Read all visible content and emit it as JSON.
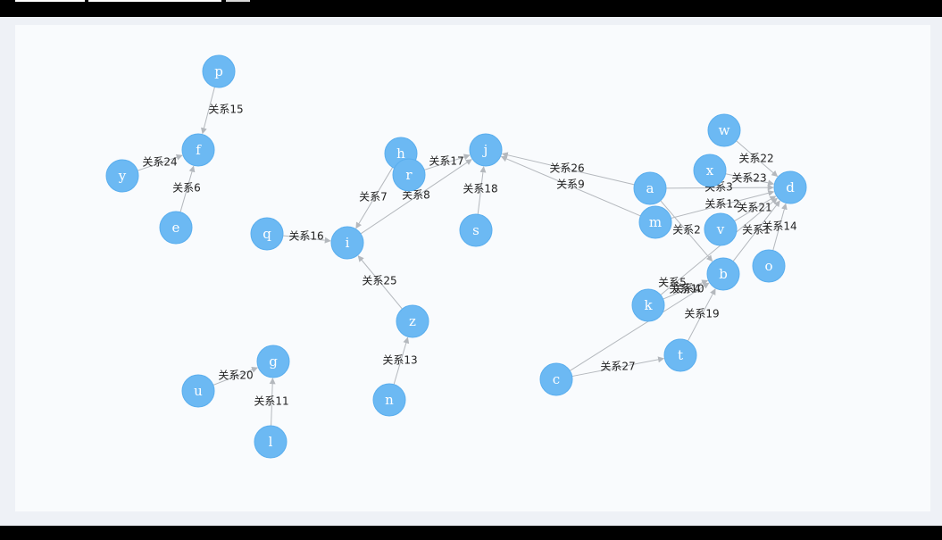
{
  "toolbar": {
    "input_value": "",
    "search_value": "",
    "button_label": ""
  },
  "colors": {
    "node_fill": "#6cb9f3",
    "node_stroke": "#5aaeee",
    "edge": "#b4b8bd",
    "label": "#222222"
  },
  "graph": {
    "nodes": [
      {
        "id": "p",
        "label": "p"
      },
      {
        "id": "f",
        "label": "f"
      },
      {
        "id": "y",
        "label": "y"
      },
      {
        "id": "e",
        "label": "e"
      },
      {
        "id": "q",
        "label": "q"
      },
      {
        "id": "i",
        "label": "i"
      },
      {
        "id": "h",
        "label": "h"
      },
      {
        "id": "r",
        "label": "r"
      },
      {
        "id": "j",
        "label": "j"
      },
      {
        "id": "s",
        "label": "s"
      },
      {
        "id": "z",
        "label": "z"
      },
      {
        "id": "n",
        "label": "n"
      },
      {
        "id": "g",
        "label": "g"
      },
      {
        "id": "u",
        "label": "u"
      },
      {
        "id": "l",
        "label": "l"
      },
      {
        "id": "w",
        "label": "w"
      },
      {
        "id": "x",
        "label": "x"
      },
      {
        "id": "a",
        "label": "a"
      },
      {
        "id": "d",
        "label": "d"
      },
      {
        "id": "m",
        "label": "m"
      },
      {
        "id": "v",
        "label": "v"
      },
      {
        "id": "o",
        "label": "o"
      },
      {
        "id": "b",
        "label": "b"
      },
      {
        "id": "k",
        "label": "k"
      },
      {
        "id": "t",
        "label": "t"
      },
      {
        "id": "c",
        "label": "c"
      }
    ],
    "edges": [
      {
        "source": "p",
        "target": "f",
        "label": "关系15"
      },
      {
        "source": "y",
        "target": "f",
        "label": "关系24"
      },
      {
        "source": "e",
        "target": "f",
        "label": "关系6"
      },
      {
        "source": "q",
        "target": "i",
        "label": "关系16"
      },
      {
        "source": "h",
        "target": "i",
        "label": "关系7"
      },
      {
        "source": "i",
        "target": "j",
        "label": "关系8"
      },
      {
        "source": "r",
        "target": "j",
        "label": "关系17"
      },
      {
        "source": "s",
        "target": "j",
        "label": "关系18"
      },
      {
        "source": "z",
        "target": "i",
        "label": "关系25"
      },
      {
        "source": "n",
        "target": "z",
        "label": "关系13"
      },
      {
        "source": "u",
        "target": "g",
        "label": "关系20"
      },
      {
        "source": "l",
        "target": "g",
        "label": "关系11"
      },
      {
        "source": "a",
        "target": "j",
        "label": "关系26"
      },
      {
        "source": "m",
        "target": "j",
        "label": "关系9"
      },
      {
        "source": "w",
        "target": "d",
        "label": "关系22"
      },
      {
        "source": "x",
        "target": "d",
        "label": "关系23"
      },
      {
        "source": "a",
        "target": "d",
        "label": "关系3"
      },
      {
        "source": "m",
        "target": "d",
        "label": "关系12"
      },
      {
        "source": "v",
        "target": "d",
        "label": "关系21"
      },
      {
        "source": "o",
        "target": "d",
        "label": "关系14"
      },
      {
        "source": "b",
        "target": "d",
        "label": "关系1"
      },
      {
        "source": "a",
        "target": "b",
        "label": "关系2"
      },
      {
        "source": "k",
        "target": "d",
        "label": "关系5"
      },
      {
        "source": "k",
        "target": "b",
        "label": "关系4"
      },
      {
        "source": "c",
        "target": "b",
        "label": "关系10"
      },
      {
        "source": "t",
        "target": "b",
        "label": "关系19"
      },
      {
        "source": "c",
        "target": "t",
        "label": "关系27"
      }
    ]
  }
}
